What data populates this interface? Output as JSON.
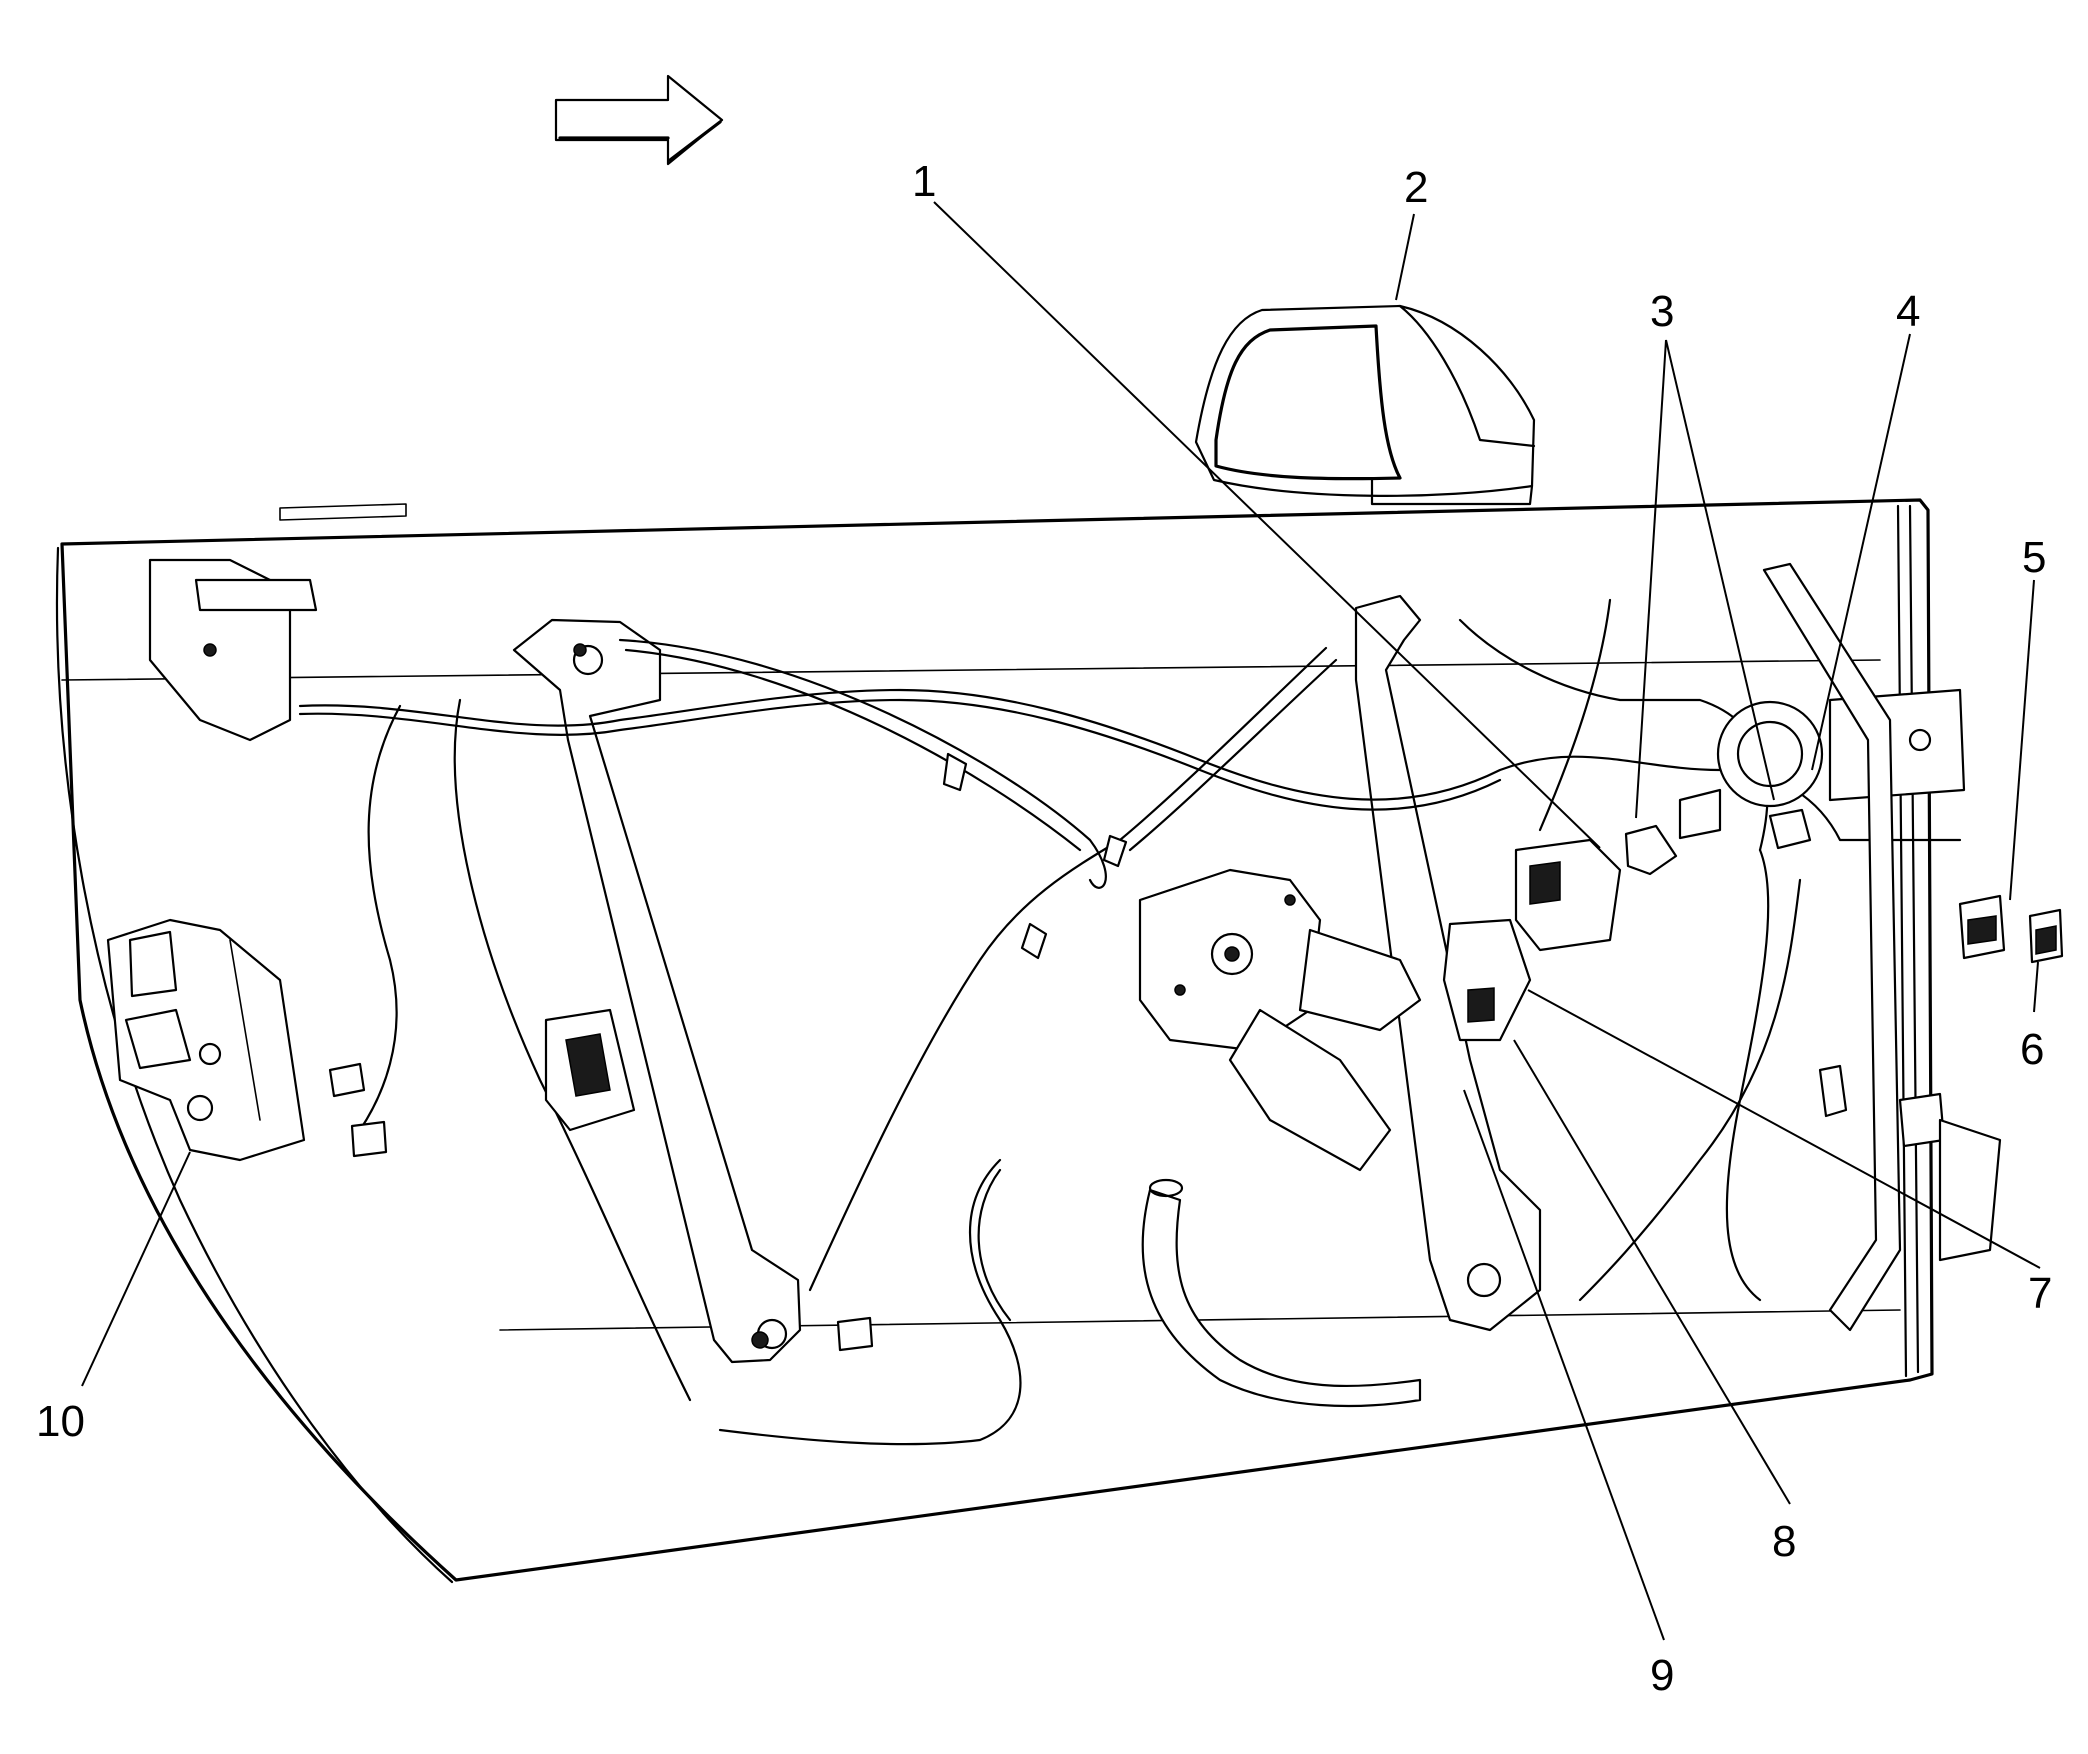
{
  "diagram": {
    "callouts": [
      {
        "id": "c1",
        "label": "1"
      },
      {
        "id": "c2",
        "label": "2"
      },
      {
        "id": "c3",
        "label": "3"
      },
      {
        "id": "c4",
        "label": "4"
      },
      {
        "id": "c5",
        "label": "5"
      },
      {
        "id": "c6",
        "label": "6"
      },
      {
        "id": "c7",
        "label": "7"
      },
      {
        "id": "c8",
        "label": "8"
      },
      {
        "id": "c9",
        "label": "9"
      },
      {
        "id": "c10",
        "label": "10"
      }
    ],
    "direction_arrow": "arrow-right-icon",
    "line_color": "#000000",
    "background": "#ffffff"
  }
}
